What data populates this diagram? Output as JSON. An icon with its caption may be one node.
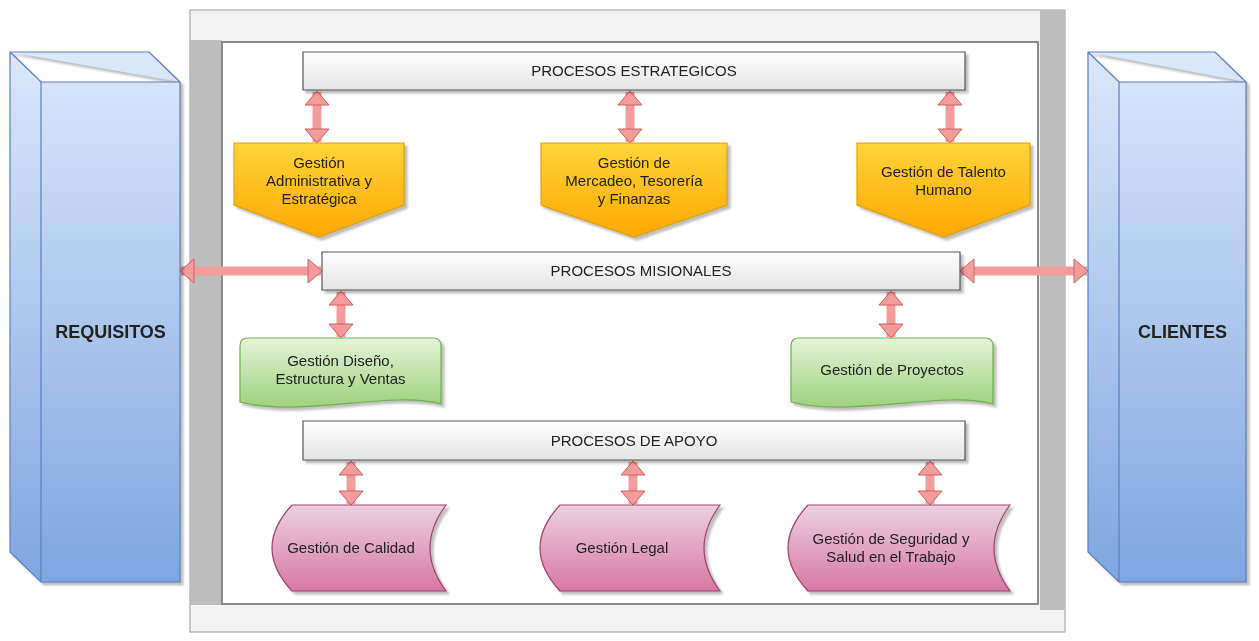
{
  "diagram": {
    "nodes": [
      {
        "text": [
          "REQUISITOS"
        ]
      },
      {
        "text": [
          "PROCESOS ESTRATEGICOS"
        ]
      },
      {
        "text": [
          "Gestión Administrativa y Estratégica"
        ]
      },
      {
        "text": [
          "Gestión de Mercadeo, Tesorería y Finanzas"
        ]
      },
      {
        "text": [
          "Gestión de Talento Humano"
        ]
      },
      {
        "text": [
          "PROCESOS MISIONALES"
        ]
      },
      {
        "text": [
          "Gestión Diseño, Estructura y Ventas"
        ]
      },
      {
        "text": [
          "Gestión de Proyectos"
        ]
      },
      {
        "text": [
          "PROCESOS DE APOYO"
        ]
      },
      {
        "text": [
          "Gestión de Calidad"
        ]
      },
      {
        "text": [
          "Gestión Legal"
        ]
      },
      {
        "text": [
          "Gestión de Seguridad y Salud en el Trabajo"
        ]
      },
      {
        "text": [
          "CLIENTES"
        ]
      }
    ],
    "edges": [
      {
        "from": 1,
        "to": 2,
        "arrow": "both"
      },
      {
        "from": 1,
        "to": 3,
        "arrow": "both"
      },
      {
        "from": 1,
        "to": 4,
        "arrow": "both"
      },
      {
        "from": 0,
        "to": 5,
        "arrow": "both"
      },
      {
        "from": 5,
        "to": 6,
        "arrow": "both"
      },
      {
        "from": 5,
        "to": 7,
        "arrow": "both"
      },
      {
        "from": 5,
        "to": 12,
        "arrow": "both"
      },
      {
        "from": 8,
        "to": 9,
        "arrow": "both"
      },
      {
        "from": 8,
        "to": 10,
        "arrow": "both"
      },
      {
        "from": 8,
        "to": 11,
        "arrow": "both"
      }
    ]
  }
}
